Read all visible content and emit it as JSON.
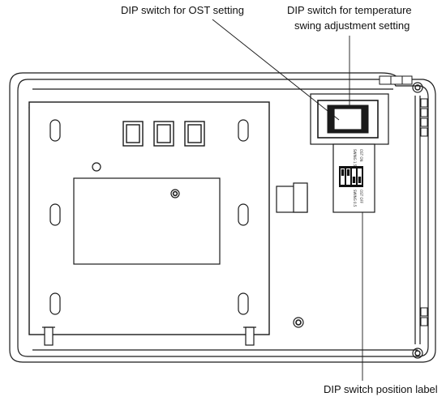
{
  "diagram": {
    "callouts": {
      "ost_dip_switch": "DIP switch for OST setting",
      "temp_swing_dip_line1": "DIP switch for temperature",
      "temp_swing_dip_line2": "swing adjustment setting",
      "dip_position_label": "DIP switch position label"
    },
    "label_card": {
      "top_line1": "OST ON",
      "top_line2": "SWING 1.5",
      "bottom_line1": "OST OFF",
      "bottom_line2": "SWING 0.5"
    },
    "dip_positions": [
      1,
      1,
      0,
      0
    ],
    "colors": {
      "stroke": "#1a1a1a",
      "switch_body": "#111111",
      "background": "#ffffff"
    }
  }
}
